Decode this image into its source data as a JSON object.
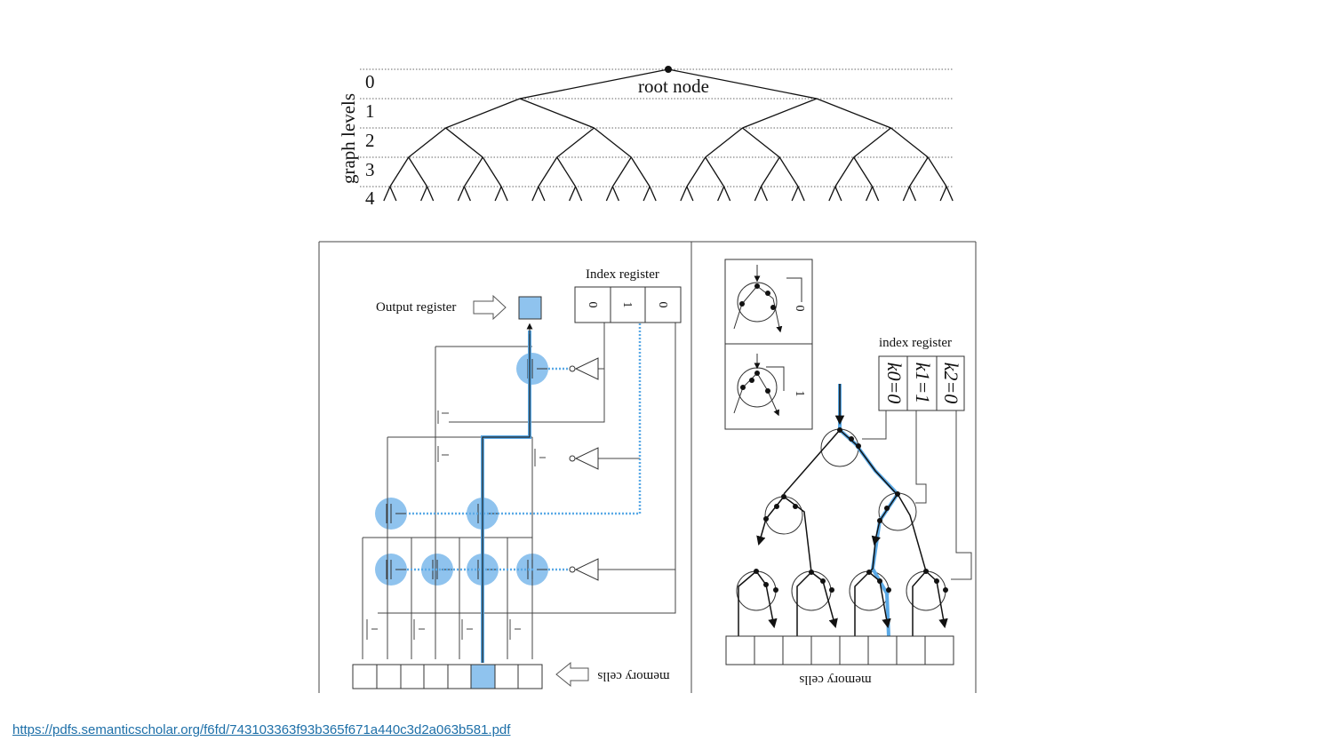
{
  "tree": {
    "axis_label": "graph levels",
    "level_labels": [
      "0",
      "1",
      "2",
      "3",
      "4"
    ],
    "root_label": "root node"
  },
  "left_panel": {
    "index_register_title": "Index register",
    "index_bits": [
      "0",
      "1",
      "0"
    ],
    "output_register_label": "Output register",
    "memory_cells_label": "memory cells"
  },
  "right_panel": {
    "legend_labels": [
      "0",
      "1"
    ],
    "index_register_title": "index register",
    "index_keys": [
      "k0=0",
      "k1=1",
      "k2=0"
    ],
    "memory_cells_label": "memory cells"
  },
  "colors": {
    "highlight": "#8fc3ee",
    "path": "#5aa9e6",
    "line": "#333333"
  },
  "source_url": "https://pdfs.semanticscholar.org/f6fd/743103363f93b365f671a440c3d2a063b581.pdf"
}
